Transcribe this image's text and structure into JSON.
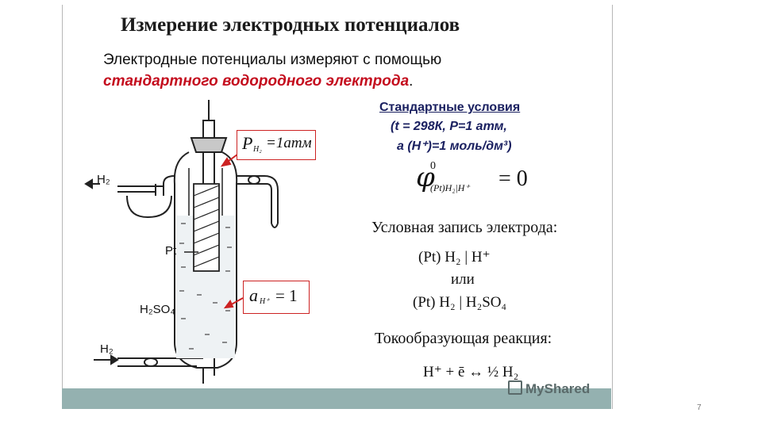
{
  "slide": {
    "title": "Измерение электродных потенциалов",
    "intro_line1": "Электродные потенциалы измеряют с помощью",
    "intro_line2_highlight": "стандартного водородного электрода",
    "intro_line2_end": "."
  },
  "standard_conditions": {
    "heading": "Стандартные условия",
    "line1": "(t = 298К, Р=1 атм,",
    "line2": "a (Н⁺)=1 моль/дм³)"
  },
  "potential_formula": {
    "symbol": "φ",
    "superscript": "0",
    "subscript": "(Pt)H₂|H⁺",
    "equals": "= 0"
  },
  "notation": {
    "heading": "Условная запись электрода:",
    "line1": "(Pt) H₂ | H⁺",
    "or": "или",
    "line2": "(Pt) H₂ | H₂SO₄"
  },
  "reaction": {
    "heading": "Токообразующая реакция:",
    "equation": "H⁺ + ē ↔ ½ H₂"
  },
  "diagram": {
    "label_h2_out": "H₂",
    "label_h2_in": "H₂",
    "label_pt": "Pt",
    "label_h2so4": "H₂SO₄",
    "box_pressure": "P",
    "box_pressure_sub": "H₂",
    "box_pressure_eq": "=1атм",
    "box_activity": "a",
    "box_activity_sub": "H⁺",
    "box_activity_eq": "= 1"
  },
  "footer": {
    "watermark": "MyShared",
    "page_number": "7"
  },
  "colors": {
    "accent_red": "#c40d1e",
    "heading_blue": "#1a2060",
    "bottom_bar": "#94b1b0"
  }
}
